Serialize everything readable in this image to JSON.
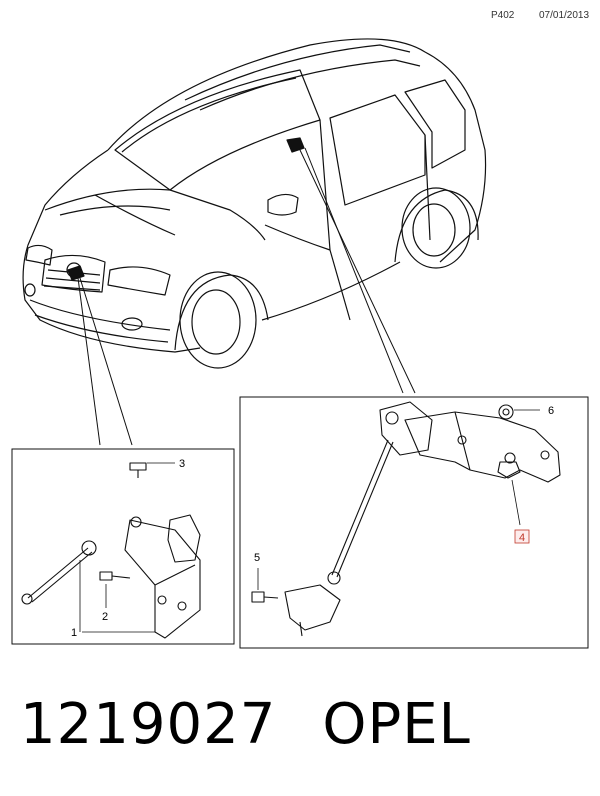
{
  "header": {
    "page_code": "P402",
    "date": "07/01/2013"
  },
  "callouts": {
    "c1": "1",
    "c2": "2",
    "c3": "3",
    "c4": "4",
    "c5": "5",
    "c6": "6"
  },
  "footer": {
    "part_number": "1219027",
    "brand": "OPEL"
  }
}
